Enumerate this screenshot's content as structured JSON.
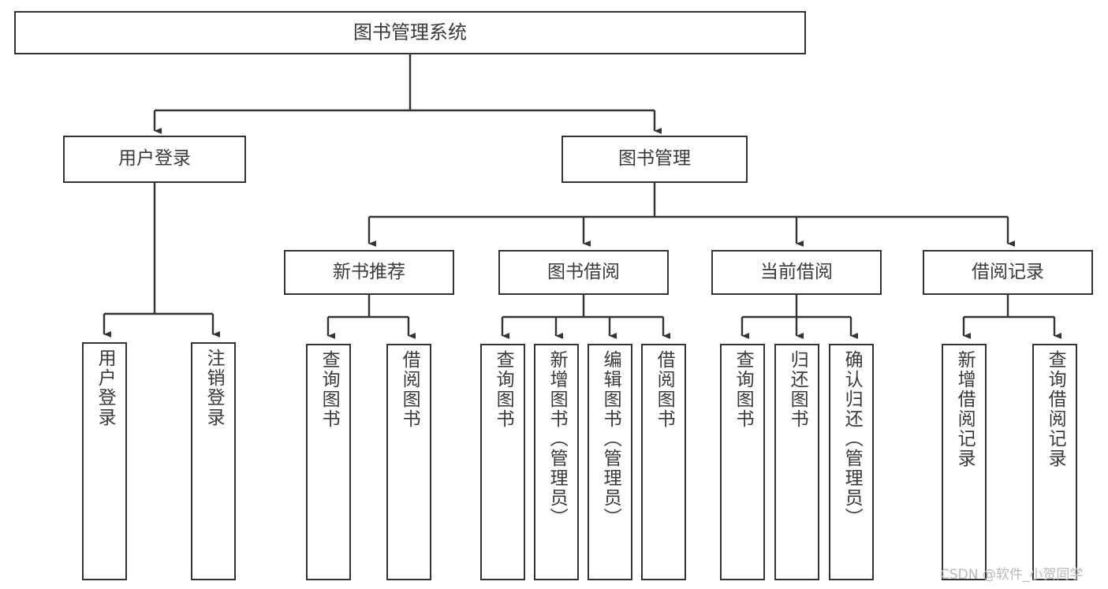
{
  "diagram": {
    "title": "图书管理系统",
    "type": "tree",
    "orientation": "top-down",
    "colors": {
      "box_border": "#333333",
      "box_fill": "#ffffff",
      "text": "#3a3a3a",
      "connector": "#333333",
      "watermark": "#b9b9b9",
      "background": "#ffffff"
    },
    "nodes": {
      "root": {
        "label": "图书管理系统",
        "level": 0,
        "text_direction": "horizontal"
      },
      "level1": [
        {
          "label": "用户登录",
          "text_direction": "horizontal"
        },
        {
          "label": "图书管理",
          "text_direction": "horizontal"
        }
      ],
      "level2": [
        {
          "label": "新书推荐",
          "text_direction": "horizontal",
          "parent": "图书管理"
        },
        {
          "label": "图书借阅",
          "text_direction": "horizontal",
          "parent": "图书管理"
        },
        {
          "label": "当前借阅",
          "text_direction": "horizontal",
          "parent": "图书管理"
        },
        {
          "label": "借阅记录",
          "text_direction": "horizontal",
          "parent": "图书管理"
        }
      ],
      "leaves": [
        {
          "label": "用户登录",
          "parent": "用户登录",
          "text_direction": "vertical"
        },
        {
          "label": "注销登录",
          "parent": "用户登录",
          "text_direction": "vertical"
        },
        {
          "label": "查询图书",
          "parent": "新书推荐",
          "text_direction": "vertical"
        },
        {
          "label": "借阅图书",
          "parent": "新书推荐",
          "text_direction": "vertical"
        },
        {
          "label": "查询图书",
          "parent": "图书借阅",
          "text_direction": "vertical"
        },
        {
          "label": "新增图书（管理员）",
          "parent": "图书借阅",
          "text_direction": "vertical"
        },
        {
          "label": "编辑图书（管理员）",
          "parent": "图书借阅",
          "text_direction": "vertical"
        },
        {
          "label": "借阅图书",
          "parent": "图书借阅",
          "text_direction": "vertical"
        },
        {
          "label": "查询图书",
          "parent": "当前借阅",
          "text_direction": "vertical"
        },
        {
          "label": "归还图书",
          "parent": "当前借阅",
          "text_direction": "vertical"
        },
        {
          "label": "确认归还（管理员）",
          "parent": "当前借阅",
          "text_direction": "vertical"
        },
        {
          "label": "新增借阅记录",
          "parent": "借阅记录",
          "text_direction": "vertical"
        },
        {
          "label": "查询借阅记录",
          "parent": "借阅记录",
          "text_direction": "vertical"
        }
      ]
    },
    "watermark": "CSDN @软件_小贺同学"
  }
}
